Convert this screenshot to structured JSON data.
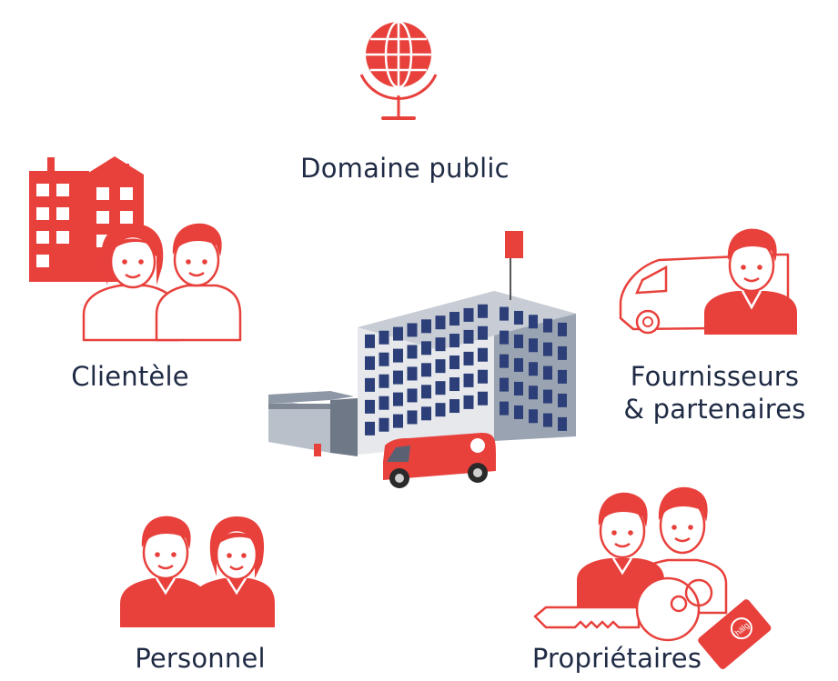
{
  "labels": {
    "public": "Domaine public",
    "clients": "Clientèle",
    "suppliers_line1": "Fournisseurs",
    "suppliers_line2": "& partenaires",
    "staff": "Personnel",
    "owners": "Propriétaires"
  },
  "logo_text": "hälg",
  "colors": {
    "accent": "#e8413c",
    "text": "#1f2a44"
  },
  "icons": [
    "globe-icon",
    "building-icon",
    "people-icon",
    "van-icon",
    "key-icon"
  ]
}
